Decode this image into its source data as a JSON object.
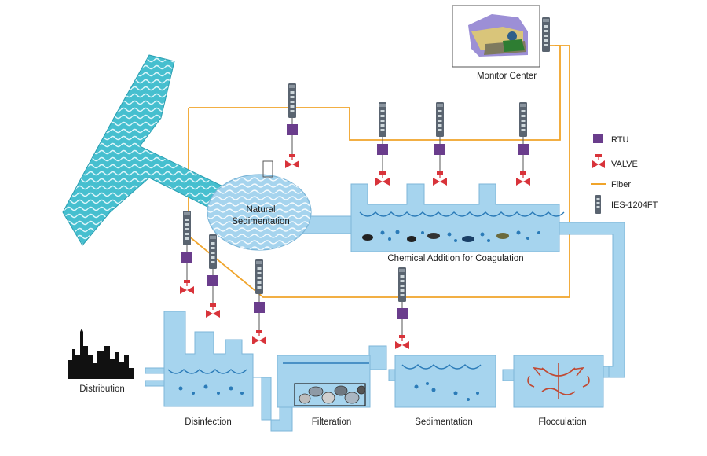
{
  "labels": {
    "monitor_center": "Monitor Center",
    "natural_sedimentation_1": "Natural",
    "natural_sedimentation_2": "Sedimentation",
    "chemical_addition": "Chemical Addition for Coagulation",
    "distribution": "Distribution",
    "disinfection": "Disinfection",
    "filteration": "Filteration",
    "sedimentation": "Sedimentation",
    "flocculation": "Flocculation"
  },
  "legend": {
    "rtu": "RTU",
    "valve": "VALVE",
    "fiber": "Fiber",
    "switch": "IES-1204FT"
  },
  "colors": {
    "water": "#a6d4ee",
    "water_stroke": "#7db6d8",
    "river": "#46bfcf",
    "fiber": "#f0a42a",
    "rtu": "#6a3d8c",
    "valve": "#d8333a",
    "switch": "#5a6470"
  },
  "icons": {
    "switch": "industrial-switch-icon",
    "rtu": "rtu-square-icon",
    "valve": "valve-icon",
    "monitor": "monitor-center-icon",
    "city": "city-skyline-icon"
  }
}
